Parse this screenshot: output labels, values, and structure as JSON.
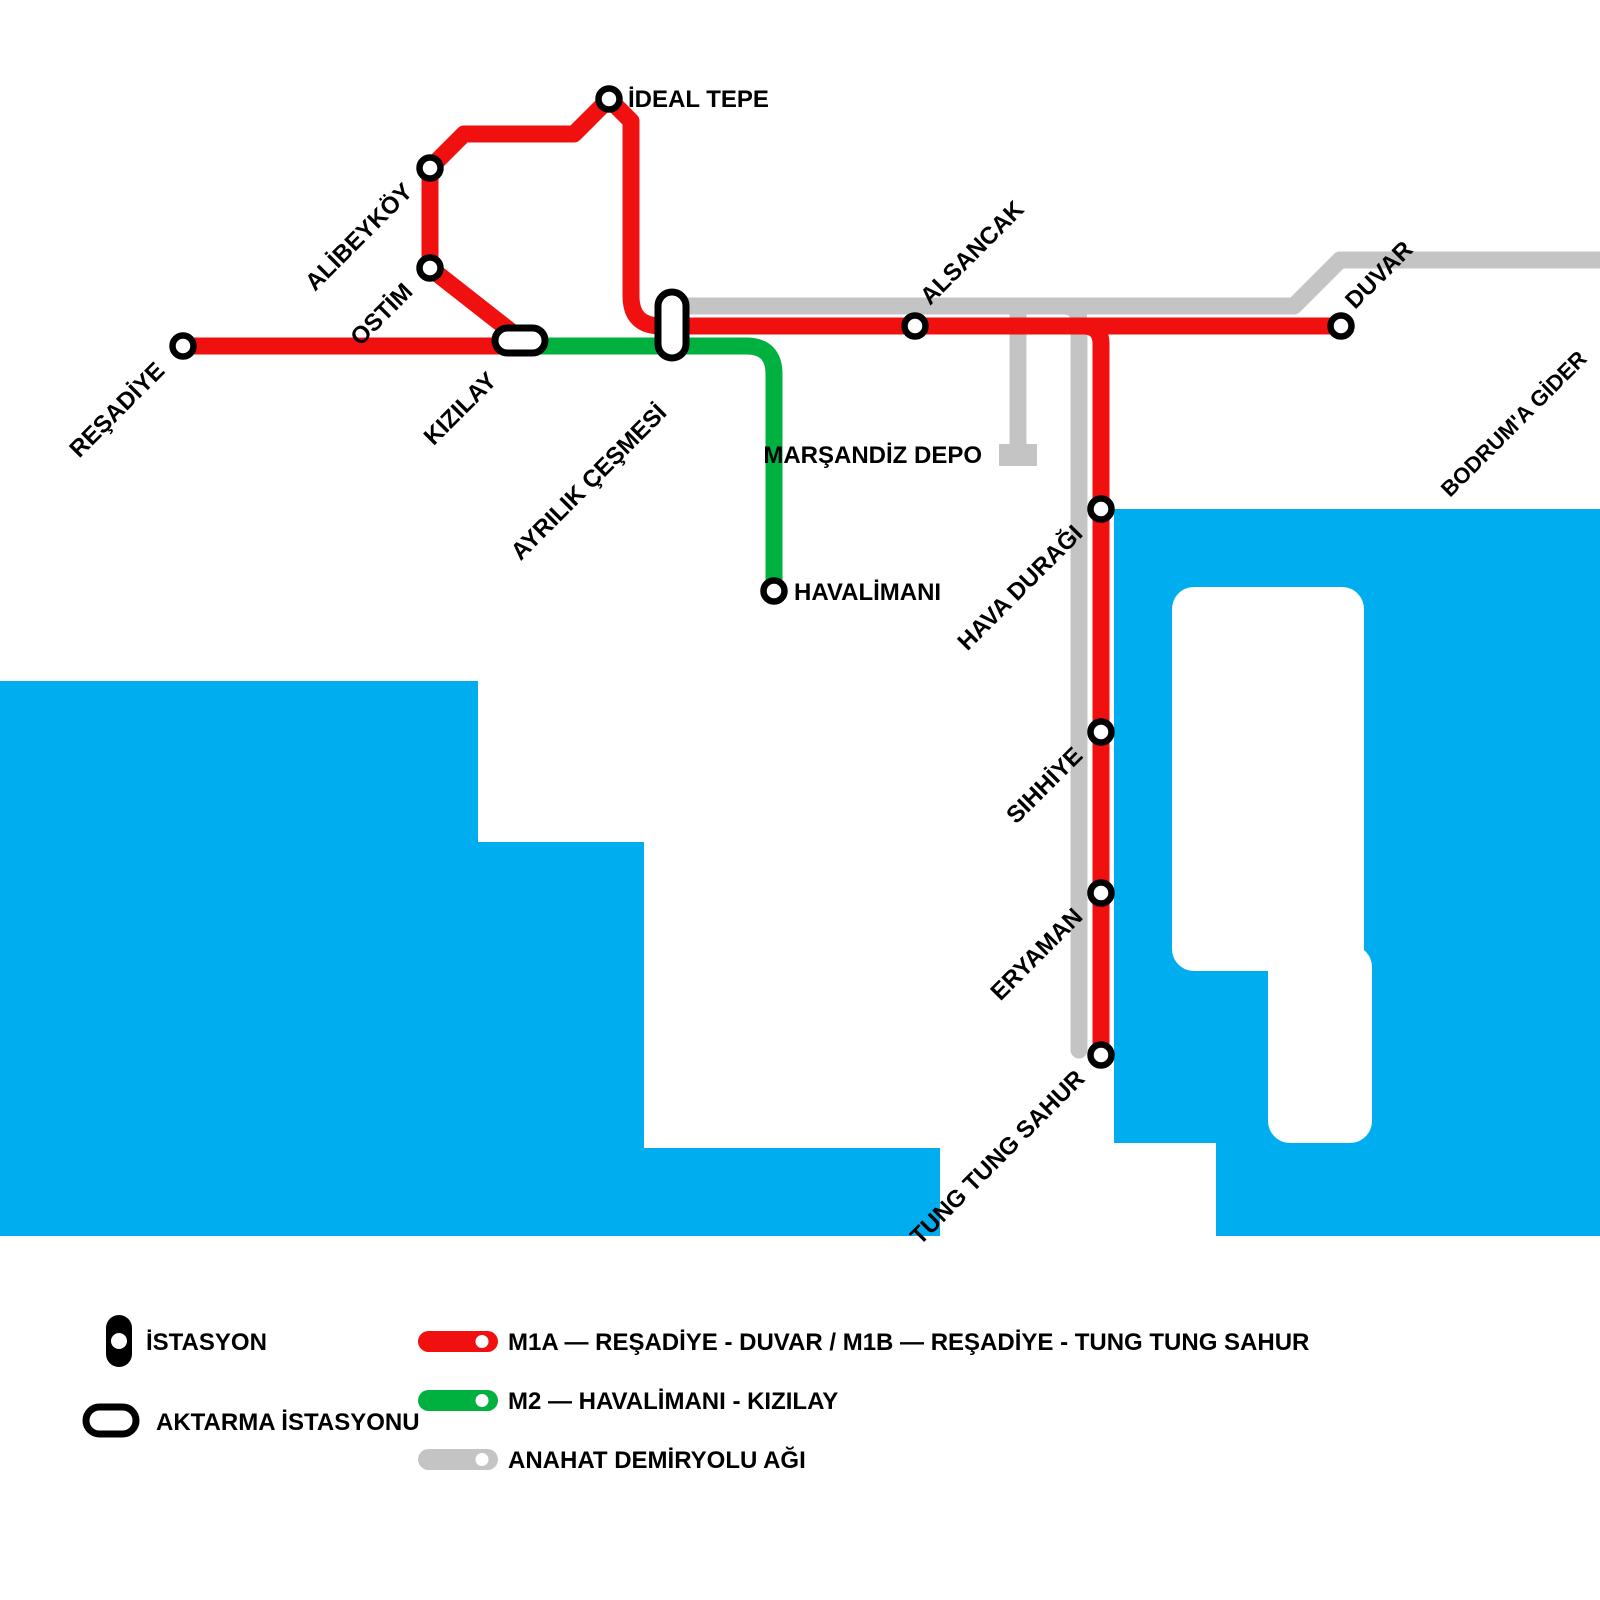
{
  "colors": {
    "water": "#00AEEF",
    "m1": "#F01010",
    "m2": "#00B140",
    "rail": "#C4C4C4"
  },
  "stations": {
    "resadiye": "REŞADİYE",
    "ostim": "OSTİM",
    "alibeykoy": "ALİBEYKÖY",
    "ideal_tepe": "İDEAL TEPE",
    "kizilay": "KIZILAY",
    "ayrilik_cesmesi": "AYRILIK ÇEŞMESİ",
    "alsancak": "ALSANCAK",
    "duvar": "DUVAR",
    "marsandiz_depo": "MARŞANDİZ DEPO",
    "hava_duragi": "HAVA DURAĞI",
    "sihhiye": "SIHHİYE",
    "eryaman": "ERYAMAN",
    "tung_tung_sahur": "TUNG TUNG SAHUR",
    "havalimani": "HAVALİMANI",
    "bodruma_gider": "BODRUM'A GİDER"
  },
  "legend": {
    "istasyon": "İSTASYON",
    "aktarma": "AKTARMA İSTASYONU",
    "m1": "M1A — REŞADİYE - DUVAR  /  M1B — REŞADİYE - TUNG TUNG SAHUR",
    "m2": "M2 — HAVALİMANI - KIZILAY",
    "anahat": "ANAHAT DEMİRYOLU AĞI"
  }
}
